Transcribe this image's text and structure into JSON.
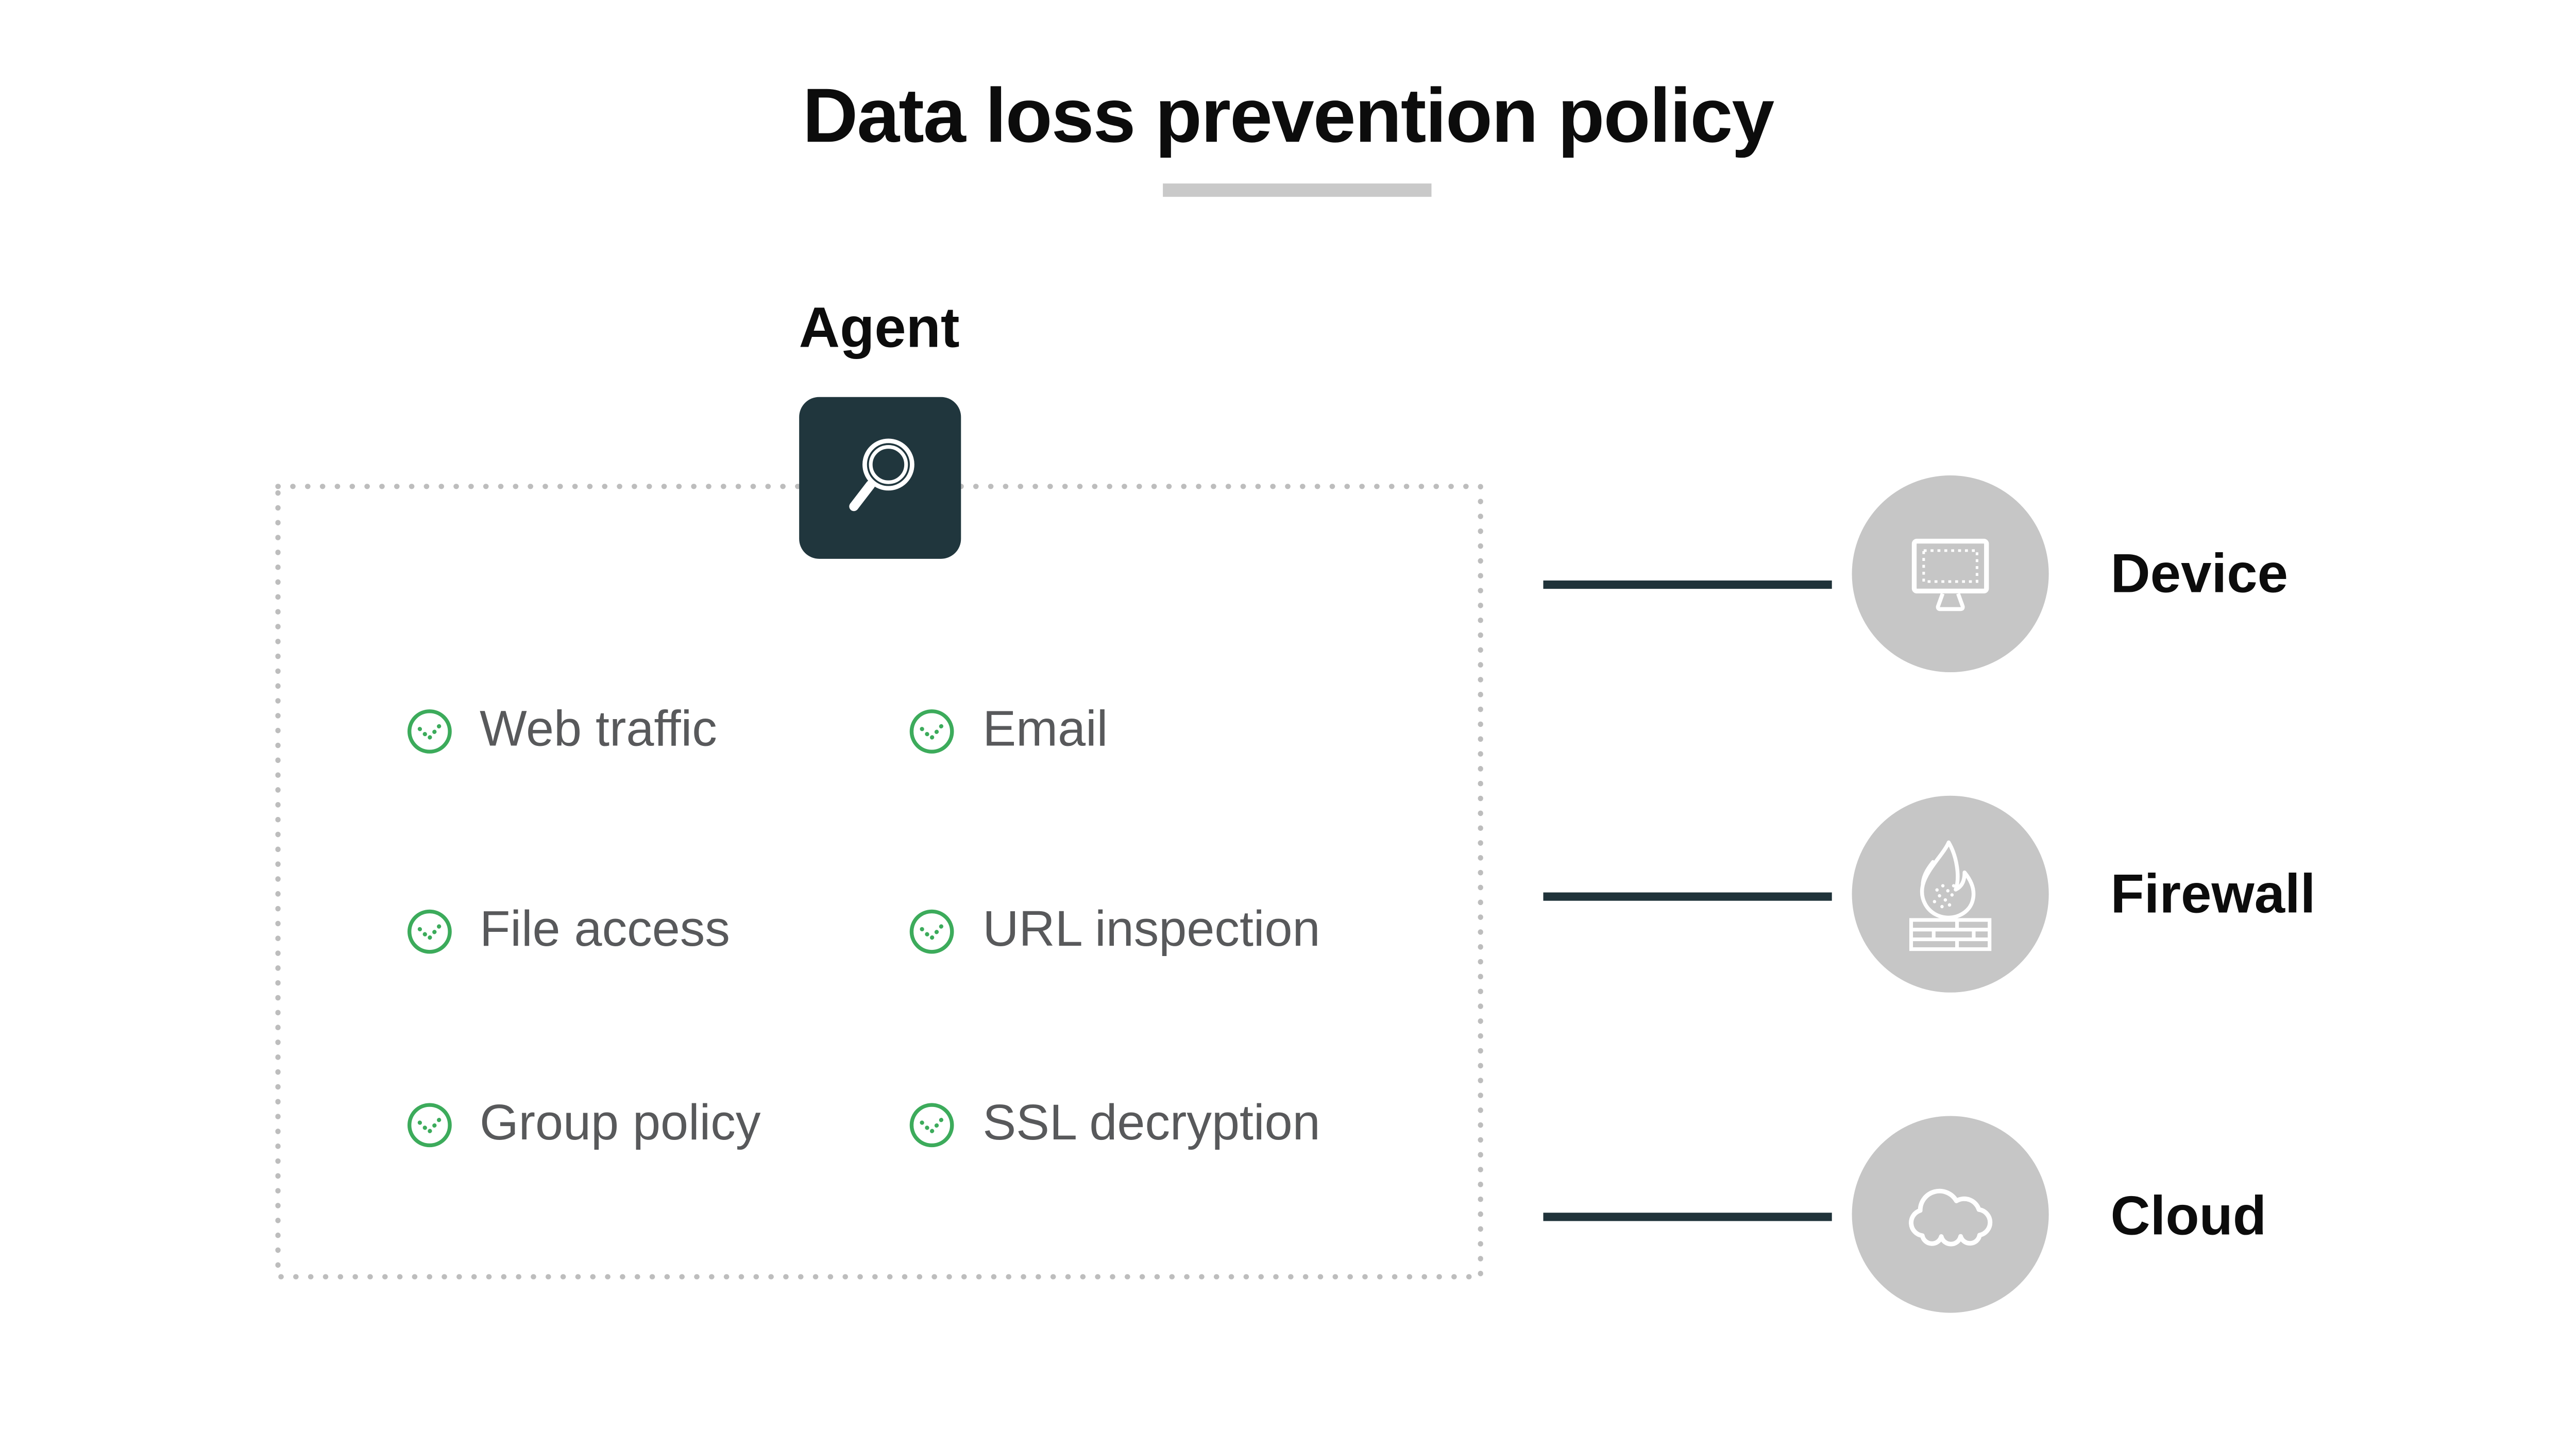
{
  "title": {
    "text": "Data loss prevention policy"
  },
  "agent": {
    "label": "Agent",
    "icon": "magnifier-icon"
  },
  "checklist": {
    "check_icon": "check-circle-icon",
    "items": [
      {
        "label": "Web traffic"
      },
      {
        "label": "Email"
      },
      {
        "label": "File access"
      },
      {
        "label": "URL inspection"
      },
      {
        "label": "Group policy"
      },
      {
        "label": "SSL decryption"
      }
    ]
  },
  "targets": [
    {
      "label": "Device",
      "icon": "monitor-icon"
    },
    {
      "label": "Firewall",
      "icon": "flame-brick-wall-icon"
    },
    {
      "label": "Cloud",
      "icon": "cloud-icon"
    }
  ],
  "colors": {
    "background": "#ffffff",
    "title_text": "#0c0c0c",
    "title_underline": "#c9c9c9",
    "agent_tile": "#20363d",
    "connector_line": "#20333a",
    "target_circle": "#c6c6c6",
    "icon_stroke": "#ffffff",
    "checklist_text": "#58595b",
    "check_green": "#3cab5b",
    "dotted_border": "#bdbdbd"
  }
}
